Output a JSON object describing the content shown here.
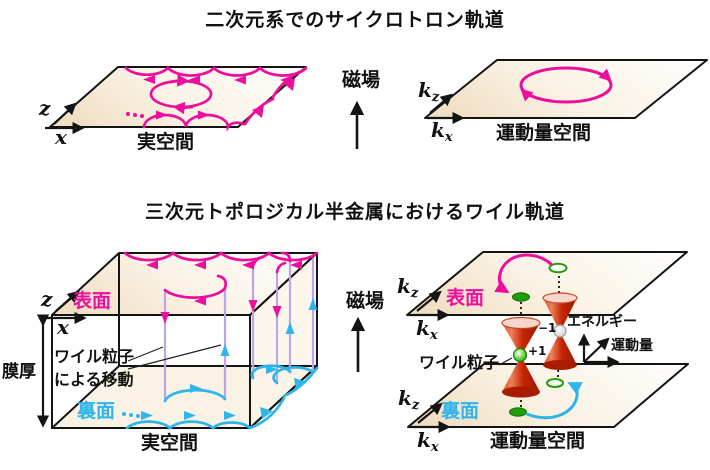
{
  "colors": {
    "magenta": "#ED0E9E",
    "cyan": "#2FB5EA",
    "violet": "#BCA6E8",
    "green": "#1E9E07",
    "redcone": "#C62605",
    "ink": "#141414",
    "cream": "#F3E4CD"
  },
  "top": {
    "title": "二次元系でのサイクロトロン軌道",
    "field_label": "磁場",
    "real_space": {
      "caption": "実空間",
      "axis_z": "z",
      "axis_x": "x",
      "orbit_ellipsis": "…"
    },
    "momentum_space": {
      "caption": "運動量空間",
      "axis_k": "k",
      "axis_kz_sub": "z",
      "axis_kx_sub": "x"
    }
  },
  "bottom": {
    "title": "三次元トポロジカル半金属におけるワイル軌道",
    "field_label": "磁場",
    "real_space": {
      "caption": "実空間",
      "axis_z": "z",
      "axis_x": "x",
      "front_surface": "表面",
      "back_surface": "裏面",
      "ellipsis": "…",
      "thickness": "膜厚",
      "weyl_note1": "ワイル粒子",
      "weyl_note2": "による移動"
    },
    "momentum_space": {
      "caption": "運動量空間",
      "front_surface": "表面",
      "back_surface": "裏面",
      "axis_k": "k",
      "axis_kz_sub": "z",
      "axis_kx_sub": "x",
      "weyl_label": "ワイル粒子",
      "chirality_plus": "+1",
      "chirality_minus": "−1",
      "energy": "エネルギー",
      "momentum": "運動量"
    }
  }
}
